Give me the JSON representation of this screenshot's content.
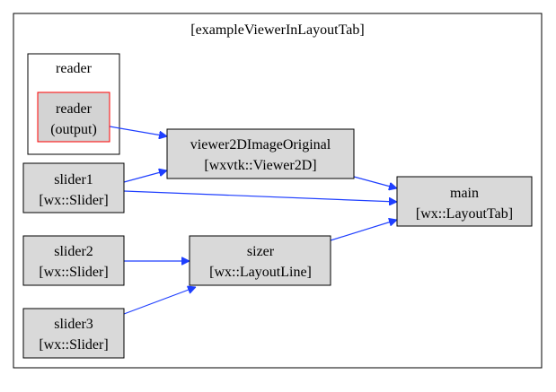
{
  "diagram": {
    "graph_label": "[exampleViewerInLayoutTab]",
    "cluster": {
      "label": "reader"
    },
    "nodes": {
      "reader_output": {
        "line1": "reader",
        "line2": "(output)"
      },
      "viewer": {
        "line1": "viewer2DImageOriginal",
        "line2": "[wxvtk::Viewer2D]"
      },
      "slider1": {
        "line1": "slider1",
        "line2": "[wx::Slider]"
      },
      "slider2": {
        "line1": "slider2",
        "line2": "[wx::Slider]"
      },
      "slider3": {
        "line1": "slider3",
        "line2": "[wx::Slider]"
      },
      "sizer": {
        "line1": "sizer",
        "line2": "[wx::LayoutLine]"
      },
      "main": {
        "line1": "main",
        "line2": "[wx::LayoutTab]"
      }
    },
    "edges": [
      {
        "from": "reader_output",
        "to": "viewer"
      },
      {
        "from": "slider1",
        "to": "viewer"
      },
      {
        "from": "slider1",
        "to": "main"
      },
      {
        "from": "viewer",
        "to": "main"
      },
      {
        "from": "slider2",
        "to": "sizer"
      },
      {
        "from": "slider3",
        "to": "sizer"
      },
      {
        "from": "sizer",
        "to": "main"
      }
    ],
    "colors": {
      "edge": "#1f3fff",
      "node_fill": "#d9d9d9",
      "output_border": "#ff0000"
    }
  }
}
